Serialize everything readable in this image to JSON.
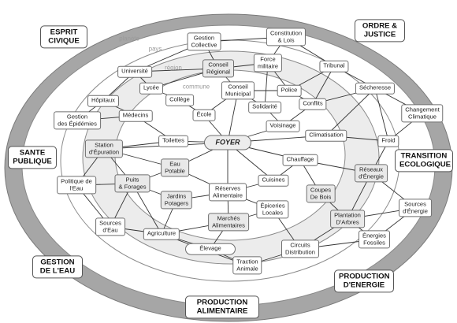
{
  "colors": {
    "outer_ring": "#a6a6a6",
    "inner_fill": "#ececec",
    "line": "#333333"
  },
  "scales": {
    "planete": "planète",
    "pays": "pays",
    "region": "région",
    "commune": "commune"
  },
  "domains": {
    "esprit_civique": "ESPRIT\nCIVIQUE",
    "ordre_justice": "ORDRE &\nJUSTICE",
    "sante_publique": "SANTE\nPUBLIQUE",
    "transition_ecologique": "TRANSITION\nECOLOGIQUE",
    "gestion_eau": "GESTION\nDE L'EAU",
    "production_energie": "PRODUCTION\nD'ENERGIE",
    "production_alimentaire": "PRODUCTION\nALIMENTAIRE"
  },
  "nodes": {
    "gestion_collective": "Gestion\nCollective",
    "constitution_lois": "Constitution\n& Lois",
    "force_militaire": "Force\nmilitaire",
    "tribunal": "Tribunal",
    "universite": "Université",
    "conseil_regional": "Conseil\nRégional",
    "lycee": "Lycée",
    "college": "Collège",
    "conseil_municipal": "Conseil\nMunicipal",
    "police": "Police",
    "secheresse": "Sécheresse",
    "hopitaux": "Hôpitaux",
    "solidarite": "Solidarité",
    "conflits": "Conflits",
    "changement_climatique": "Changement\nClimatique",
    "gestion_epidemies": "Gestion\ndes Épidémies",
    "medecins": "Médecins",
    "ecole": "École",
    "voisinage": "Voisinage",
    "climatisation": "Climatisation",
    "toilettes": "Toilettes",
    "foyer": "FOYER",
    "froid": "Froid",
    "station_epuration": "Station\nd'Épuration",
    "chauffage": "Chauffage",
    "eau_potable": "Eau\nPotable",
    "politique_eau": "Politique de\nl'Eau",
    "puits_forages": "Puits\n& Forages",
    "reseaux_energie": "Réseaux\nd'Énergie",
    "cuisines": "Cuisines",
    "reserves_alimentaires": "Réserves\nAlimentaire",
    "coupes_bois": "Coupes\nDe Bois",
    "jardins_potagers": "Jardins\nPotagers",
    "epiceries_locales": "Épiceries\nLocales",
    "sources_energie": "Sources\nd'Énergie",
    "sources_eau": "Sources\nd'Eau",
    "marches_alimentaires": "Marchés\nAlimentaires",
    "plantation_arbres": "Plantation\nD'Arbres",
    "agriculture": "Agriculture",
    "energies_fossiles": "Énergies\nFossiles",
    "elevage": "Élevage",
    "circuits_distribution": "Circuits\nDistribution",
    "traction_animale": "Traction\nAnimale"
  }
}
